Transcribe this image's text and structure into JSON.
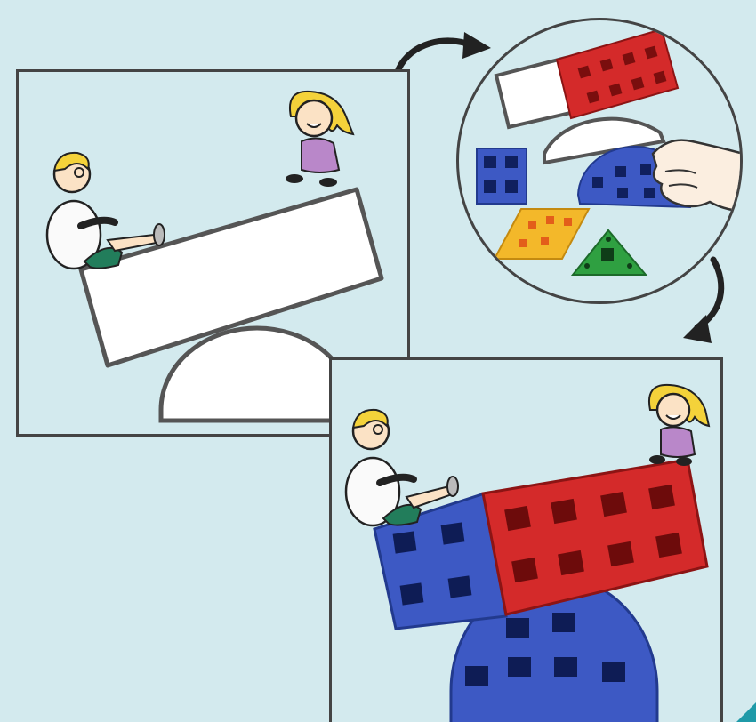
{
  "figure": {
    "description_free": true,
    "panels": [
      "before",
      "zoom",
      "after"
    ],
    "people": [
      "man-on-left",
      "girl-on-right"
    ],
    "blocks_zoom": [
      "blue-square",
      "yellow-rhombus",
      "green-triangle",
      "blue-half-circle",
      "red-rectangle"
    ],
    "colors": {
      "background": "#d3eaee",
      "outline": "#444444",
      "block_red": "#d42a2a",
      "block_blue": "#3d59c4",
      "block_yellow": "#f3b82a",
      "block_green": "#2fa041",
      "hair": "#f4d23a",
      "shirt_girl": "#b987c9",
      "shorts_man": "#227d5b",
      "accent_tab": "#1f9aa8"
    },
    "icons": [
      "curved-arrow-icon",
      "curved-arrow-icon",
      "hand-icon"
    ]
  }
}
